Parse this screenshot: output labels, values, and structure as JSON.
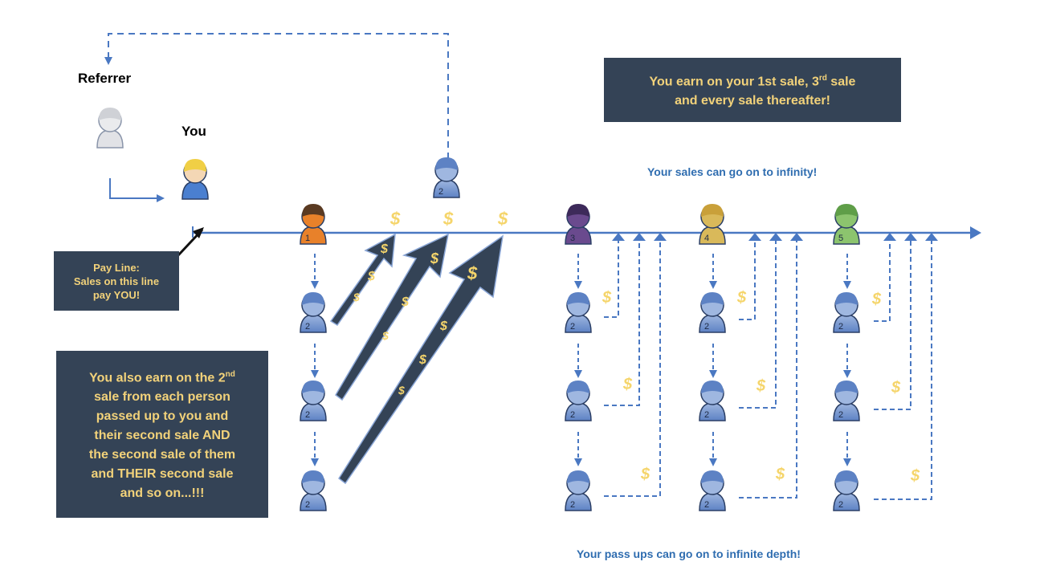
{
  "labels": {
    "referrer": "Referrer",
    "you": "You"
  },
  "pay_line_box": {
    "line1": "Pay Line:",
    "line2": "Sales on this line",
    "line3": "pay YOU!"
  },
  "top_right_box": {
    "line1_pre": "You earn on your 1st sale, 3",
    "line1_sup": "rd",
    "line1_post": " sale",
    "line2": "and every sale thereafter!"
  },
  "left_box": {
    "line1_pre": "You also earn on the 2",
    "line1_sup": "nd",
    "line2": "sale from each person",
    "line3": "passed up to you and",
    "line4": "their second sale AND",
    "line5": "the second sale of them",
    "line6": "and THEIR second sale",
    "line7": "and so on...!!!"
  },
  "notes": {
    "infinity": "Your sales can go on to infinity!",
    "depth": "Your pass ups can go on to infinite depth!"
  },
  "sales": [
    {
      "number": "1",
      "color": "#e8812a",
      "hair": "#5a3a22"
    },
    {
      "number": "3",
      "color": "#6a4a8e",
      "hair": "#3d2a5a"
    },
    {
      "number": "4",
      "color": "#d9b95a",
      "hair": "#c9a03a"
    },
    {
      "number": "5",
      "color": "#8cc46e",
      "hair": "#5f9e48"
    }
  ],
  "pass_up_number": "2",
  "dollar_symbol": "$",
  "colors": {
    "line": "#4a78c2",
    "box_bg": "#344356",
    "box_text": "#f2d27a",
    "dollar": "#f5d56b",
    "arrow_fill": "#344356"
  }
}
